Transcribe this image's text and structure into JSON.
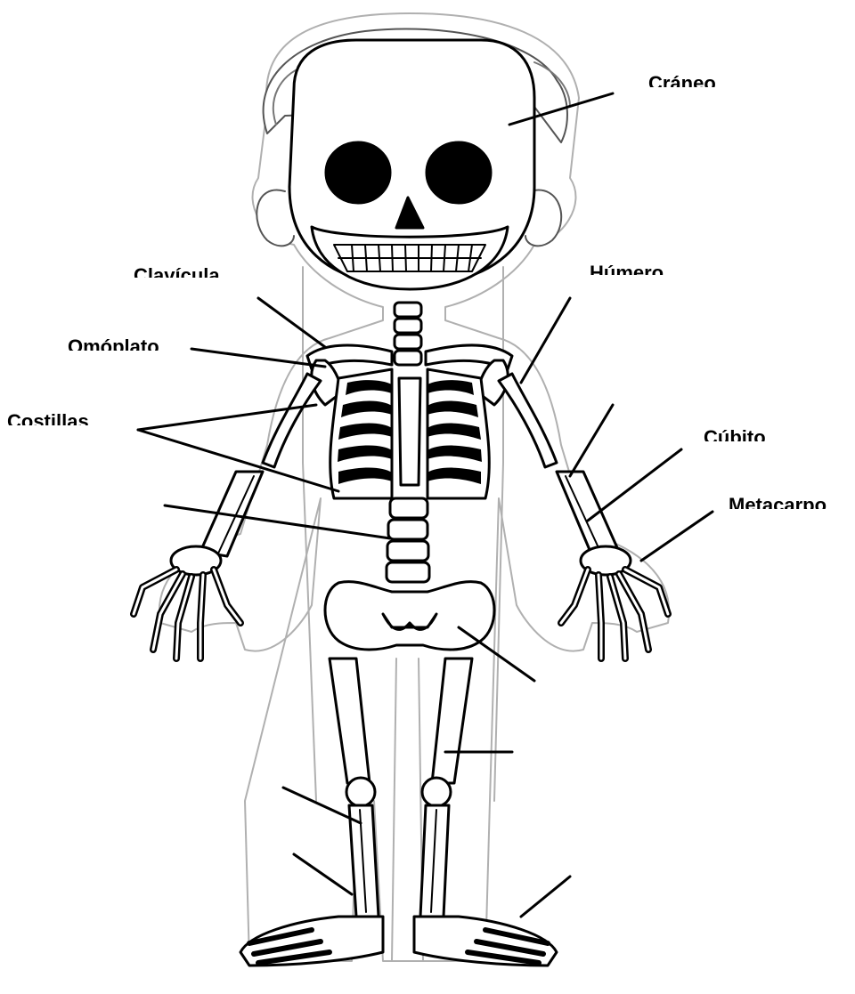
{
  "diagram": {
    "labels": {
      "craneo": "Cráneo",
      "clavicula": "Clavícula",
      "humero": "Húmero",
      "omoplato": "Omóplato",
      "costillas": "Costillas",
      "cubito": "Cúbito",
      "metacarpo": "Metacarpo"
    },
    "colors": {
      "line": "#000000",
      "fill": "#ffffff",
      "outline": "#b0b0b0"
    }
  }
}
